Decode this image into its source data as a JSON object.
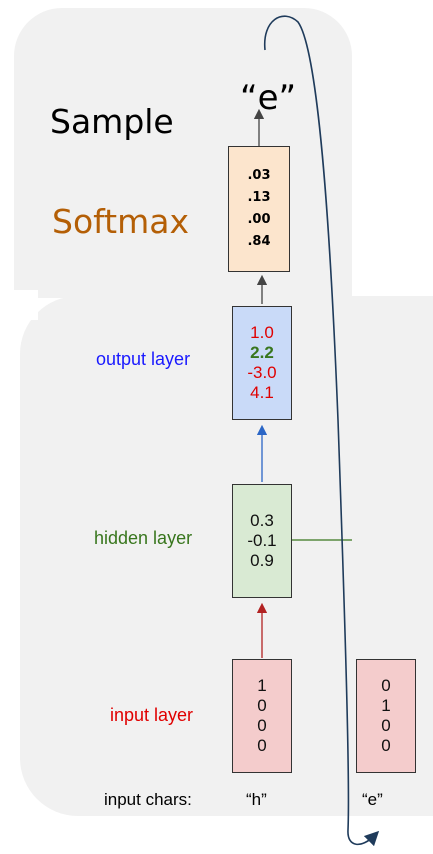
{
  "labels": {
    "sample": "Sample",
    "softmax": "Softmax",
    "output_layer": "output layer",
    "hidden_layer": "hidden layer",
    "input_layer": "input layer",
    "input_chars": "input chars:"
  },
  "sampled_char": "“e”",
  "softmax_values": [
    ".03",
    ".13",
    ".00",
    ".84"
  ],
  "output_values": [
    "1.0",
    "2.2",
    "-3.0",
    "4.1"
  ],
  "hidden_values": [
    "0.3",
    "-0.1",
    "0.9"
  ],
  "inputs": [
    {
      "char": "“h”",
      "vector": [
        "1",
        "0",
        "0",
        "0"
      ]
    },
    {
      "char": "“e”",
      "vector": [
        "0",
        "1",
        "0",
        "0"
      ]
    }
  ],
  "colors": {
    "softmax_box": "#fce5cd",
    "output_box": "#c9daf8",
    "hidden_box": "#d9ead3",
    "input_box": "#f4cccc",
    "softmax_text": "#b45f06",
    "output_text": "#1a1aff",
    "hidden_text": "#38761d",
    "input_text": "#e00000",
    "feedback_arrow": "#1f3b5b"
  }
}
